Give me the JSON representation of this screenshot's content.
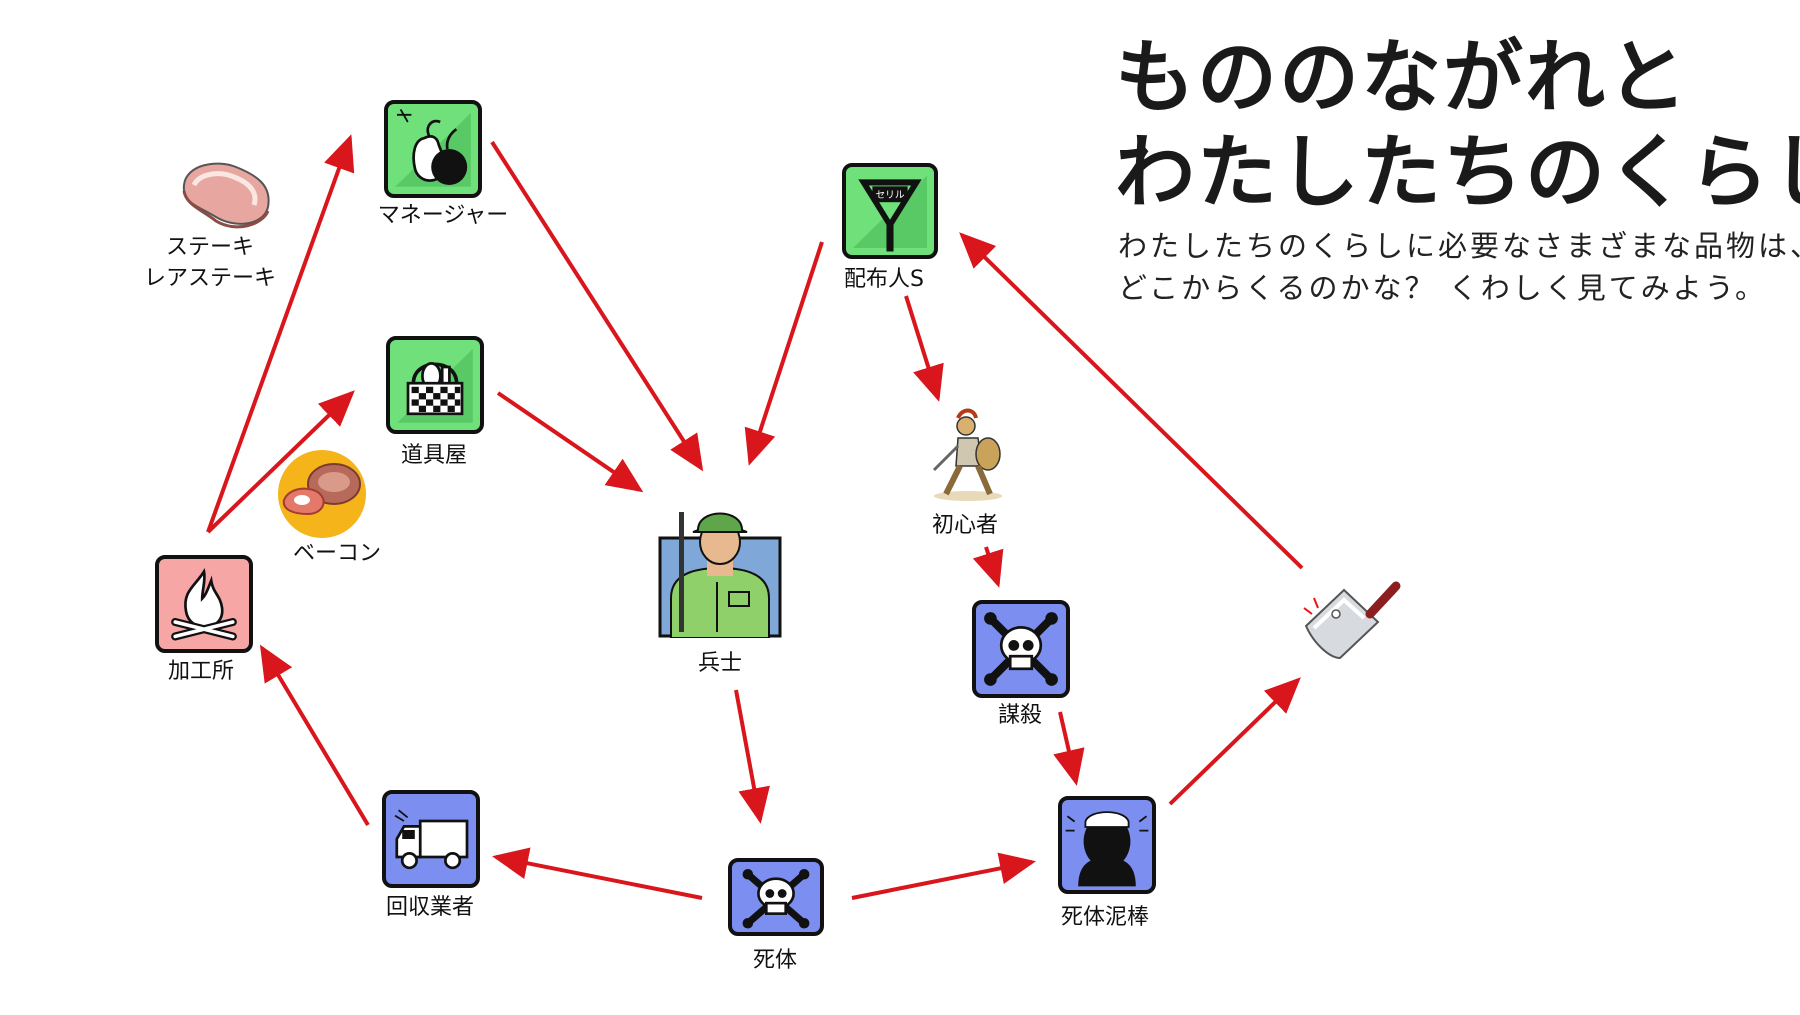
{
  "title": {
    "line1": "もののながれと",
    "line2": "わたしたちのくらし"
  },
  "subtitle": {
    "line1": "わたしたちのくらしに必要なさまざまな品物は、",
    "line2": "どこからくるのかな？ くわしく見てみよう。"
  },
  "nodes": {
    "manager": {
      "label": "マネージャー",
      "icon": "fruit-icon"
    },
    "shop": {
      "label": "道具屋",
      "icon": "basket-icon"
    },
    "distributor": {
      "label": "配布人S",
      "icon": "yield-sign-icon",
      "sign_text": "セリル"
    },
    "soldier": {
      "label": "兵士",
      "icon": "soldier-icon"
    },
    "beginner": {
      "label": "初心者",
      "icon": "gladiator-icon"
    },
    "murder": {
      "label": "謀殺",
      "icon": "skull-crossbones-icon"
    },
    "corpse": {
      "label": "死体",
      "icon": "skull-crossbones-icon"
    },
    "thief": {
      "label": "死体泥棒",
      "icon": "nurse-icon"
    },
    "collector": {
      "label": "回収業者",
      "icon": "truck-icon"
    },
    "factory": {
      "label": "加工所",
      "icon": "fire-icon"
    },
    "steak": {
      "label1": "ステーキ",
      "label2": "レアステーキ",
      "icon": "steak-icon"
    },
    "bacon": {
      "label": "ベーコン",
      "icon": "meat-icon"
    },
    "cleaver": {
      "icon": "cleaver-icon"
    }
  },
  "colors": {
    "arrow": "#d9161c",
    "green_icon": "#6fe07a",
    "blue_icon": "#7c8ff0",
    "pink_icon": "#f7a6a6"
  }
}
